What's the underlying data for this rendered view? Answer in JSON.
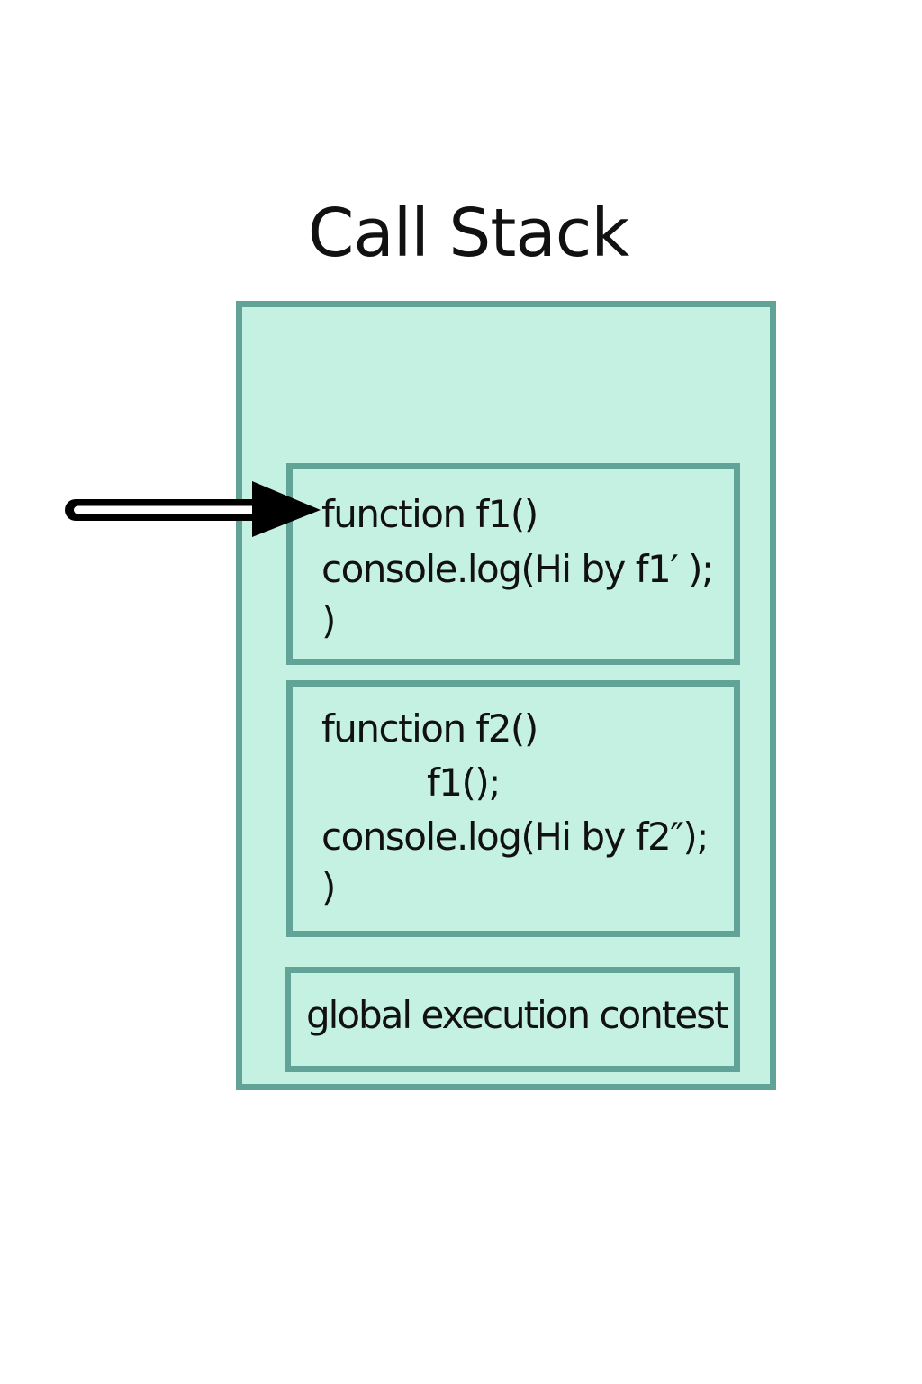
{
  "title": "Call Stack",
  "frames": {
    "f1": {
      "lines": [
        "function f1()",
        "console.log(Hi by f1′ );",
        ")"
      ]
    },
    "f2": {
      "lines": [
        "function f2()",
        "f1();",
        "console.log(Hi by f2″);",
        ")"
      ]
    },
    "global": {
      "label": "global execution contest"
    }
  },
  "colors": {
    "fill": "#c5f1e2",
    "border": "#62a397",
    "text": "#111111",
    "arrow": "#000000"
  },
  "arrow_icon": "arrow-right-icon"
}
